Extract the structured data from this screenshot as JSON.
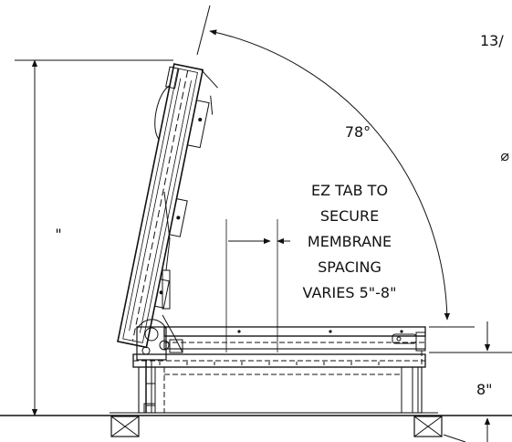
{
  "labels": {
    "angle": "78°",
    "ez_tab_lines": [
      "EZ TAB TO",
      "SECURE",
      "MEMBRANE",
      "SPACING",
      "VARIES 5\"-8\""
    ],
    "height_dim": "\"",
    "curb_dim": "8\"",
    "top_right_partial": "13/",
    "diameter_symbol": "⌀"
  },
  "colors": {
    "line": "#111111",
    "background": "#ffffff"
  }
}
